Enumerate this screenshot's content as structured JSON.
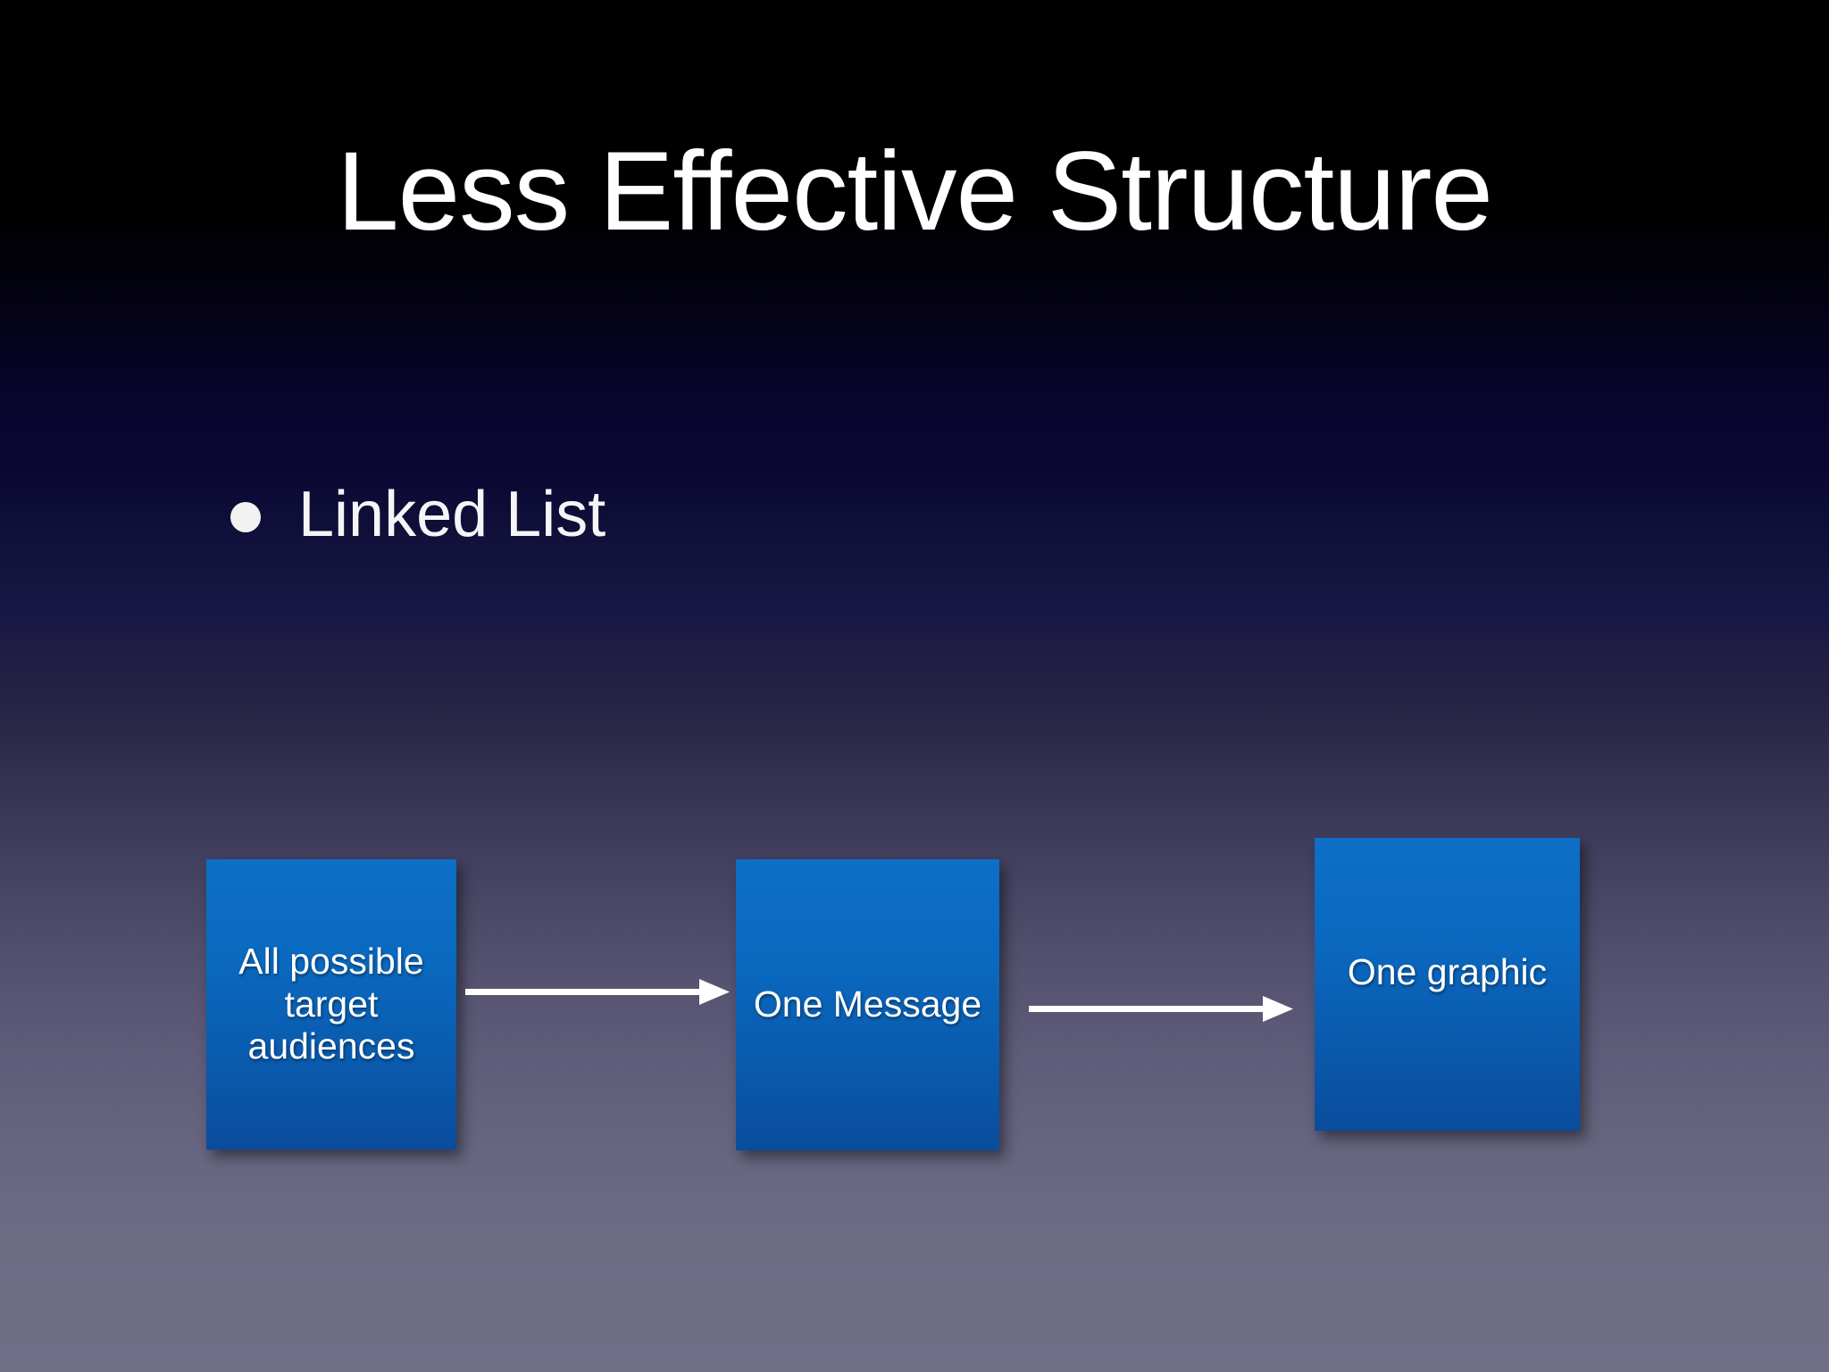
{
  "slide": {
    "title": "Less Effective Structure",
    "bullets": [
      {
        "marker": "bullet-dot",
        "text": "Linked List"
      }
    ],
    "diagram": {
      "type": "linked-list-flow",
      "nodes": [
        {
          "id": "node-1",
          "label": "All possible\ntarget\naudiences"
        },
        {
          "id": "node-2",
          "label": "One Message"
        },
        {
          "id": "node-3",
          "label": "One graphic"
        }
      ],
      "connectors": [
        {
          "id": "arrow-1",
          "from": "node-1",
          "to": "node-2",
          "style": "solid-arrow-right"
        },
        {
          "id": "arrow-2",
          "from": "node-2",
          "to": "node-3",
          "style": "solid-arrow-right"
        }
      ]
    },
    "colors": {
      "title_text": "#ffffff",
      "body_text": "#f5f5f7",
      "node_fill_top": "#0d6fc6",
      "node_fill_bottom": "#0a4c9c",
      "node_text": "#ffffff",
      "arrow": "#ffffff",
      "background_top": "#000000",
      "background_bottom": "#716f88"
    }
  }
}
